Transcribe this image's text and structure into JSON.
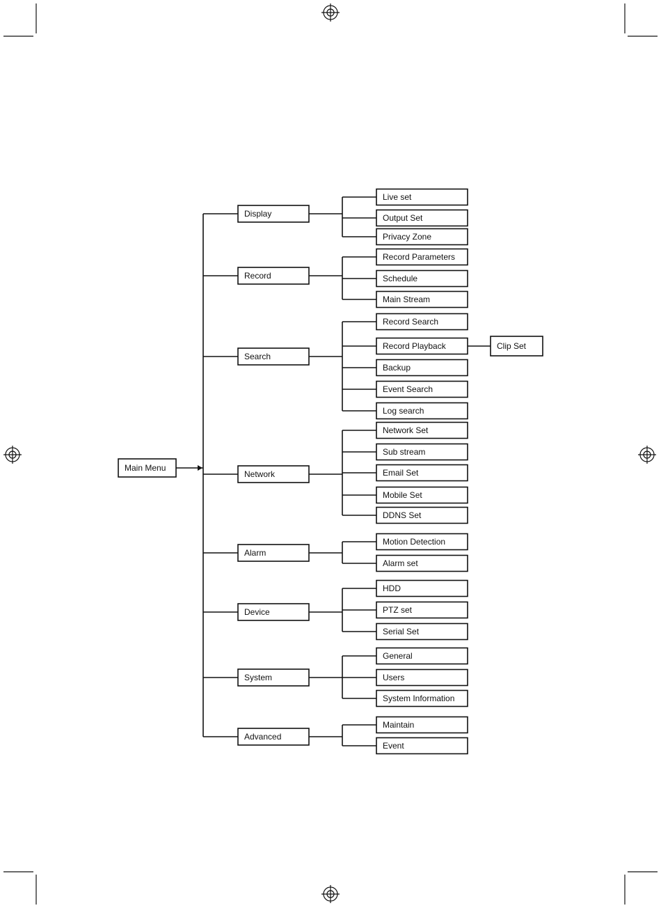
{
  "root": {
    "label": "Main Menu"
  },
  "categories": [
    {
      "label": "Display",
      "items": [
        {
          "label": "Live set"
        },
        {
          "label": "Output Set"
        },
        {
          "label": "Privacy Zone"
        }
      ]
    },
    {
      "label": "Record",
      "items": [
        {
          "label": "Record Parameters"
        },
        {
          "label": "Schedule"
        },
        {
          "label": "Main Stream"
        }
      ]
    },
    {
      "label": "Search",
      "items": [
        {
          "label": "Record Search"
        },
        {
          "label": "Record Playback",
          "child": "Clip Set"
        },
        {
          "label": "Backup"
        },
        {
          "label": "Event Search"
        },
        {
          "label": "Log search"
        }
      ]
    },
    {
      "label": "Network",
      "items": [
        {
          "label": "Network Set"
        },
        {
          "label": "Sub stream"
        },
        {
          "label": "Email Set"
        },
        {
          "label": "Mobile Set"
        },
        {
          "label": "DDNS Set"
        }
      ]
    },
    {
      "label": "Alarm",
      "items": [
        {
          "label": "Motion Detection"
        },
        {
          "label": "Alarm set"
        }
      ]
    },
    {
      "label": "Device",
      "items": [
        {
          "label": "HDD"
        },
        {
          "label": "PTZ set"
        },
        {
          "label": "Serial Set"
        }
      ]
    },
    {
      "label": "System",
      "items": [
        {
          "label": "General"
        },
        {
          "label": "Users"
        },
        {
          "label": "System Information"
        }
      ]
    },
    {
      "label": "Advanced",
      "items": [
        {
          "label": "Maintain"
        },
        {
          "label": "Event"
        }
      ]
    }
  ]
}
